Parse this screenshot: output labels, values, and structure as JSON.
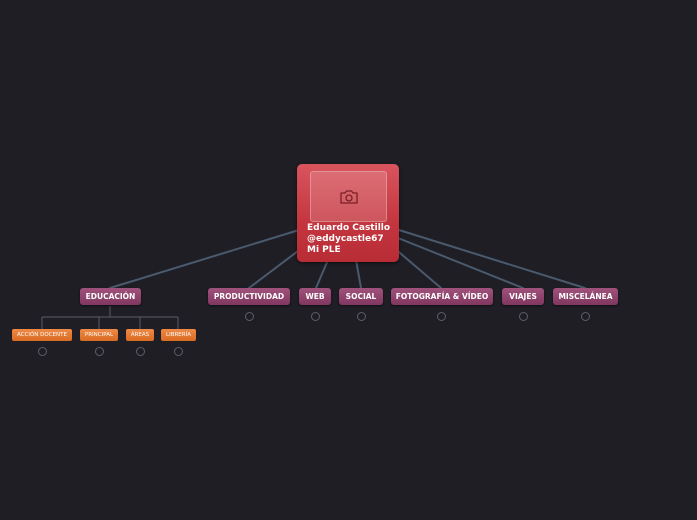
{
  "root": {
    "icon": "camera-icon",
    "line1": "Eduardo Castillo",
    "line2": "@eddycastle67",
    "line3": "Mi PLE"
  },
  "topics": [
    {
      "label": "EDUCACIÓN"
    },
    {
      "label": "PRODUCTIVIDAD"
    },
    {
      "label": "WEB"
    },
    {
      "label": "SOCIAL"
    },
    {
      "label": "FOTOGRAFÍA & VÍDEO"
    },
    {
      "label": "VIAJES"
    },
    {
      "label": "MISCELÁNEA"
    }
  ],
  "subtopics": [
    {
      "label": "ACCIÓN DOCENTE"
    },
    {
      "label": "PRINCIPAL"
    },
    {
      "label": "ÁREAS"
    },
    {
      "label": "LIBRERÍA"
    }
  ],
  "colors": {
    "background": "#1e1e24",
    "root": "#c4363f",
    "topic": "#8e4169",
    "subtopic": "#e5782f",
    "connector": "#4a5a6e"
  }
}
